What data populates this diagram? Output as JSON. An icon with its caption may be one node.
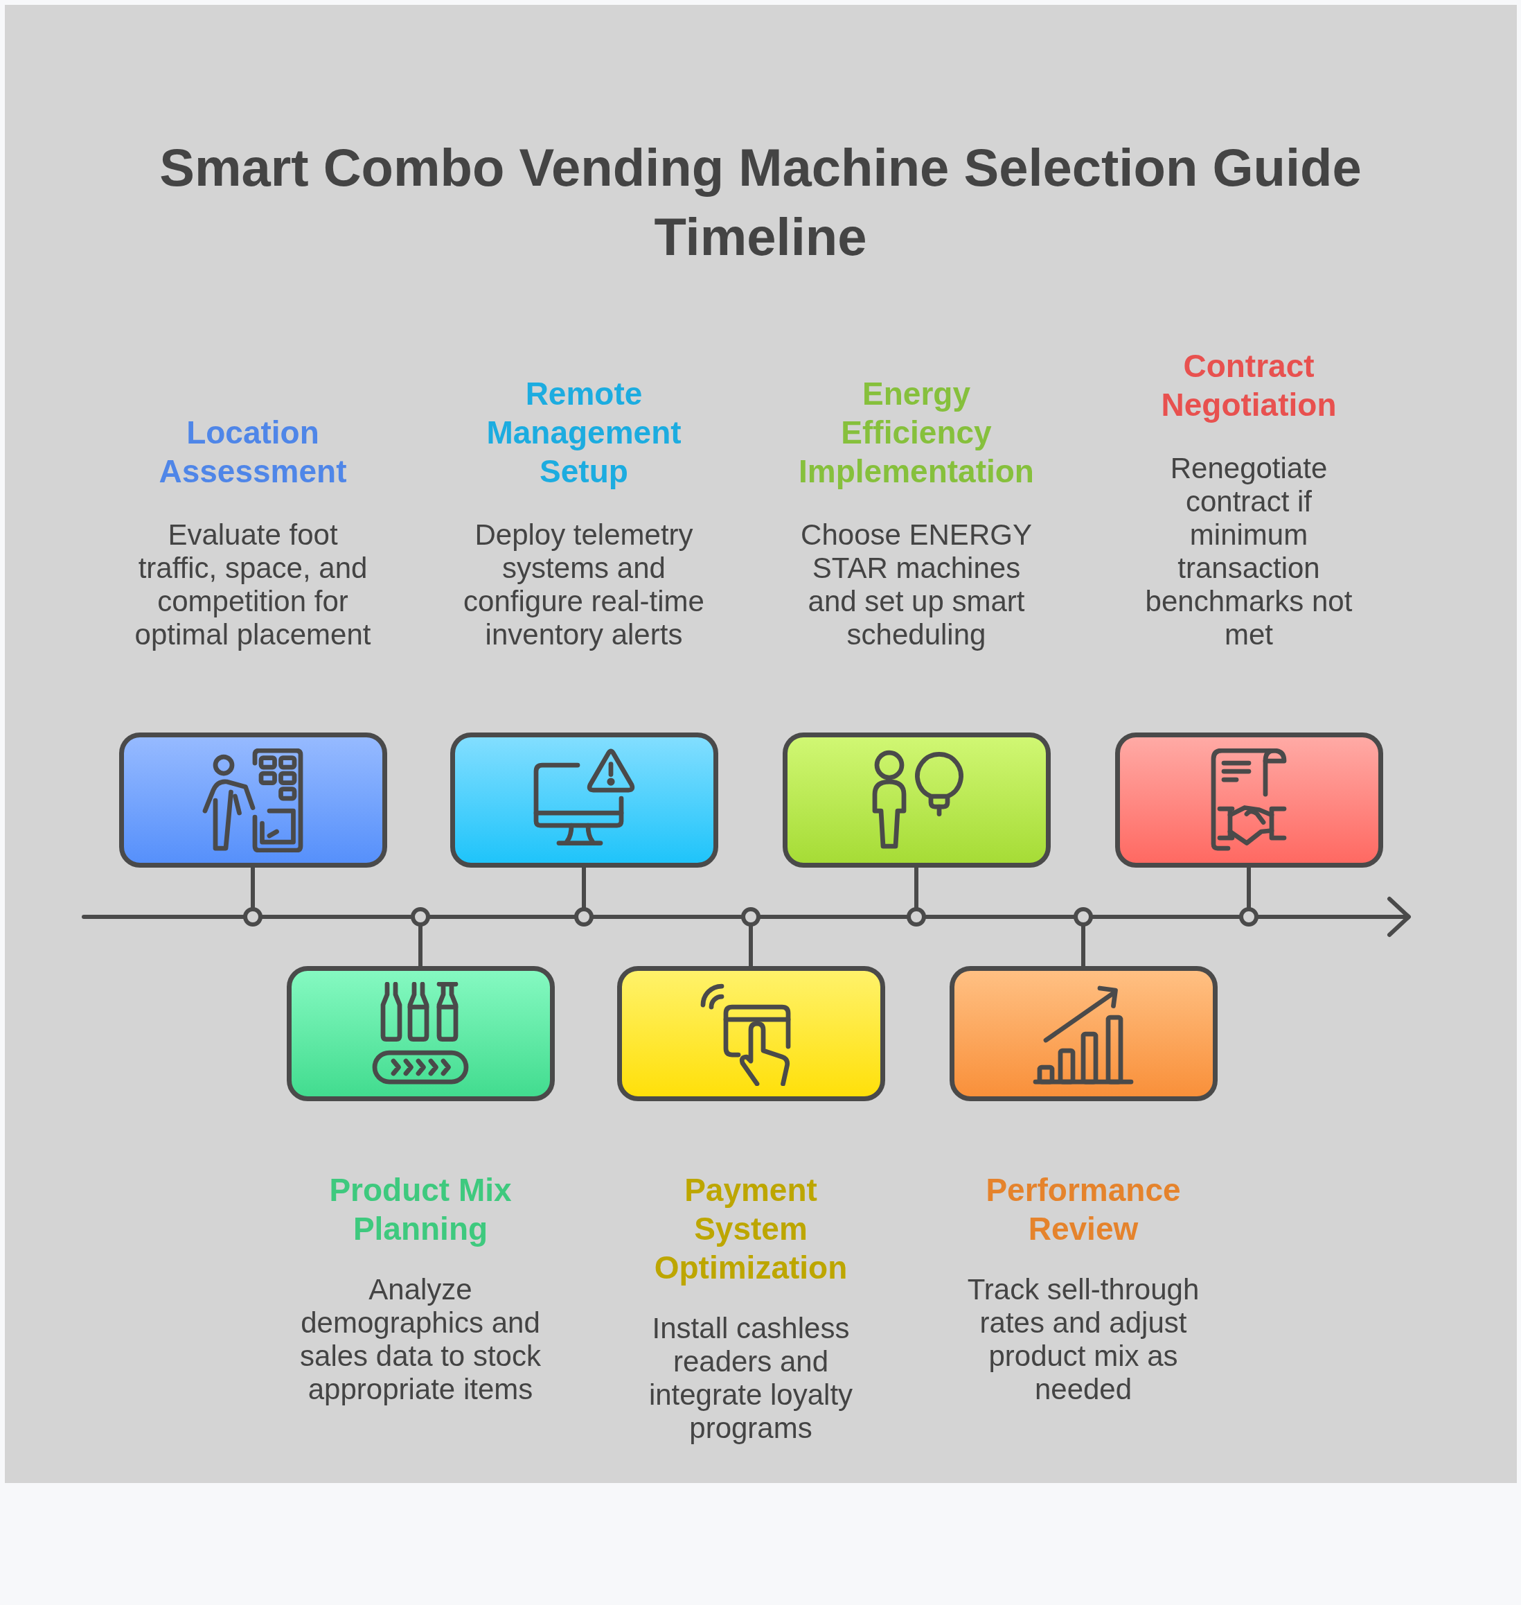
{
  "diagram": {
    "title": "Smart Combo Vending Machine Selection Guide Timeline",
    "nodes": [
      {
        "text": [
          "Location Assessment",
          "Evaluate foot traffic, space, and competition for optimal placement"
        ]
      },
      {
        "text": [
          "Product Mix Planning",
          "Analyze demographics and sales data to stock appropriate items"
        ]
      },
      {
        "text": [
          "Remote Management Setup",
          "Deploy telemetry systems and configure real-time inventory alerts"
        ]
      },
      {
        "text": [
          "Payment System Optimization",
          "Install cashless readers and integrate loyalty programs"
        ]
      },
      {
        "text": [
          "Energy Efficiency Implementation",
          "Choose ENERGY STAR machines and set up smart scheduling"
        ]
      },
      {
        "text": [
          "Performance Review",
          "Track sell-through rates and adjust product mix as needed"
        ]
      },
      {
        "text": [
          "Contract Negotiation",
          "Renegotiate contract if minimum transaction benchmarks not met"
        ]
      },
      {
        "text": [],
        "shape": "arrow"
      }
    ],
    "edges": [
      {
        "from": 0,
        "to": 7,
        "arrow": "other"
      },
      {
        "from": 1,
        "to": 7,
        "arrow": "other"
      },
      {
        "from": 2,
        "to": 7,
        "arrow": "other"
      },
      {
        "from": 3,
        "to": 7,
        "arrow": "other"
      },
      {
        "from": 4,
        "to": 7,
        "arrow": "other"
      },
      {
        "from": 5,
        "to": 7,
        "arrow": "other"
      },
      {
        "from": 6,
        "to": 7,
        "arrow": "other"
      }
    ]
  }
}
